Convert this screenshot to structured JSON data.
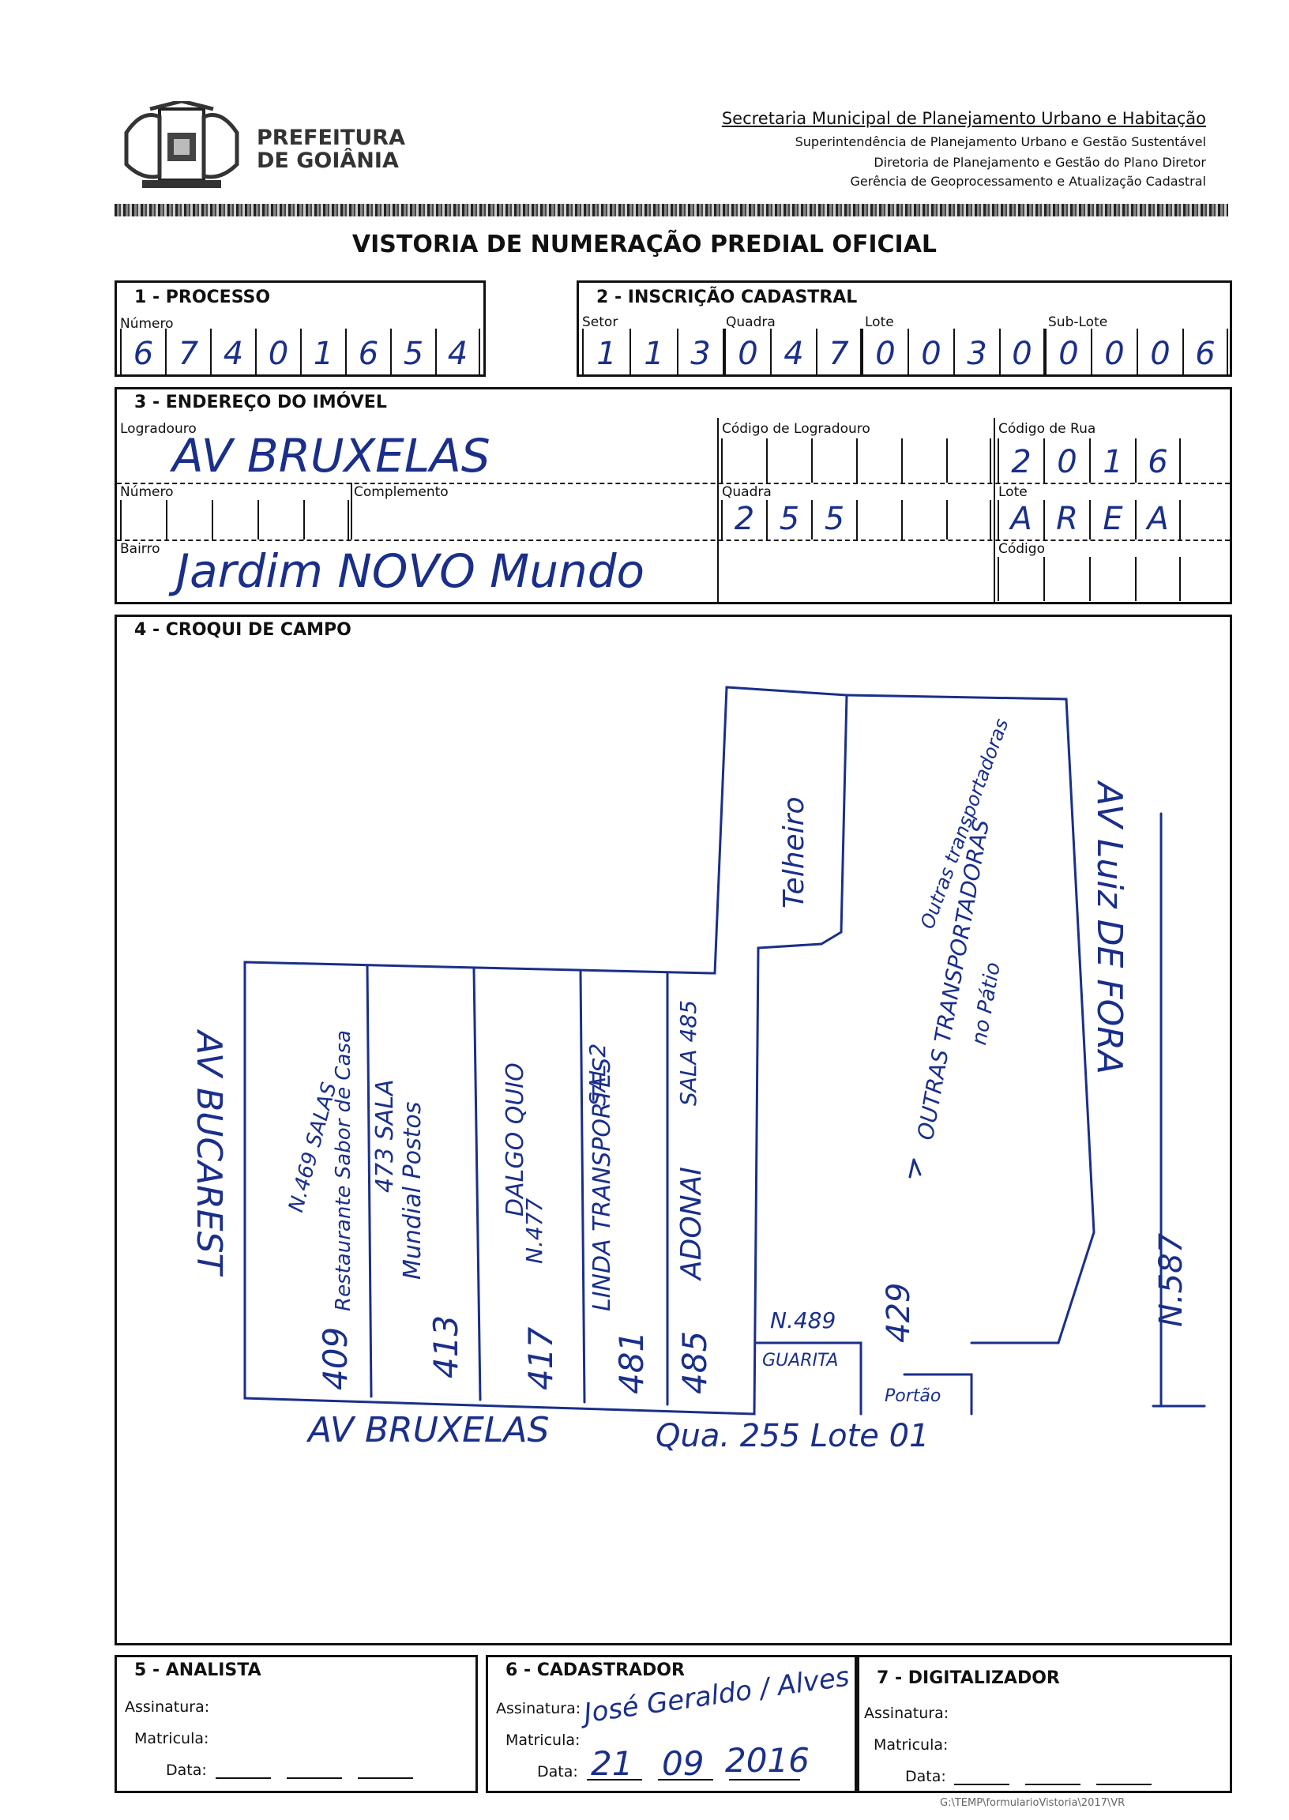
{
  "header": {
    "org_line1": "PREFEITURA",
    "org_line2": "DE GOIÂNIA",
    "dept_title": "Secretaria Municipal de Planejamento Urbano e Habitação",
    "dept_line2": "Superintendência de Planejamento Urbano e Gestão Sustentável",
    "dept_line3": "Diretoria de Planejamento e Gestão do Plano Diretor",
    "dept_line4": "Gerência de Geoprocessamento e Atualização Cadastral"
  },
  "form_title": "VISTORIA DE NUMERAÇÃO PREDIAL OFICIAL",
  "processo": {
    "title": "1 - PROCESSO",
    "numero_label": "Número",
    "digits": [
      "6",
      "7",
      "4",
      "0",
      "1",
      "6",
      "5",
      "4"
    ]
  },
  "inscricao": {
    "title": "2 - INSCRIÇÃO CADASTRAL",
    "setor_label": "Setor",
    "setor": [
      "1",
      "1",
      "3"
    ],
    "quadra_label": "Quadra",
    "quadra": [
      "0",
      "4",
      "7"
    ],
    "lote_label": "Lote",
    "lote": [
      "0",
      "0",
      "3",
      "0"
    ],
    "sublote_label": "Sub-Lote",
    "sublote": [
      "0",
      "0",
      "0",
      "6"
    ]
  },
  "endereco": {
    "title": "3 - ENDEREÇO DO IMÓVEL",
    "logradouro_label": "Logradouro",
    "logradouro_value": "AV BRUXELAS",
    "codigo_logradouro_label": "Código de Logradouro",
    "codigo_rua_label": "Código de Rua",
    "codigo_rua": [
      "2",
      "0",
      "1",
      "6"
    ],
    "numero_label": "Número",
    "complemento_label": "Complemento",
    "quadra_label": "Quadra",
    "quadra": [
      "2",
      "5",
      "5"
    ],
    "lote_label": "Lote",
    "lote": [
      "A",
      "R",
      "E",
      "A"
    ],
    "bairro_label": "Bairro",
    "bairro_value": "Jardim NOVO Mundo",
    "codigo_label": "Código"
  },
  "croqui": {
    "title": "4 - CROQUI DE CAMPO",
    "street_left": "AV BUCAREST",
    "street_right": "AV Luiz DE FORA",
    "street_bottom": "AV BRUXELAS",
    "quadra_lote": "Qua. 255 Lote 01",
    "n587": "N.587",
    "telheiro": "Telheiro",
    "outras_top": "Outras transportadoras",
    "outras_main": "OUTRAS TRANSPORTADORAS",
    "no_patio": "no Pátio",
    "guarita": "GUARITA",
    "portao": "Portão",
    "n489": "N.489",
    "num_429": "429",
    "units": [
      {
        "sala": "N.469 SALAS",
        "name": "Restaurante Sabor de Casa",
        "number": "409"
      },
      {
        "sala": "473 SALA",
        "name": "Mundial Postos",
        "number": "413"
      },
      {
        "sala": "N.477",
        "name": "DALGO QUIO",
        "number": "417"
      },
      {
        "sala": "SAL 2",
        "name": "LINDA TRANSPORTES",
        "number": "481"
      },
      {
        "sala": "SALA 485",
        "name": "ADONAI",
        "number": "485"
      }
    ]
  },
  "analista": {
    "title": "5 - ANALISTA",
    "assinatura": "Assinatura:",
    "matricula": "Matricula:",
    "data": "Data:"
  },
  "cadastrador": {
    "title": "6 - CADASTRADOR",
    "assinatura": "Assinatura:",
    "matricula": "Matricula:",
    "data": "Data:",
    "signature": "José Geraldo / Alves",
    "date_day": "21",
    "date_month": "09",
    "date_year": "2016"
  },
  "digitalizador": {
    "title": "7 - DIGITALIZADOR",
    "assinatura": "Assinatura:",
    "matricula": "Matricula:",
    "data": "Data:"
  },
  "footer_code": "G:\\TEMP\\formularioVistoria\\2017\\VR"
}
